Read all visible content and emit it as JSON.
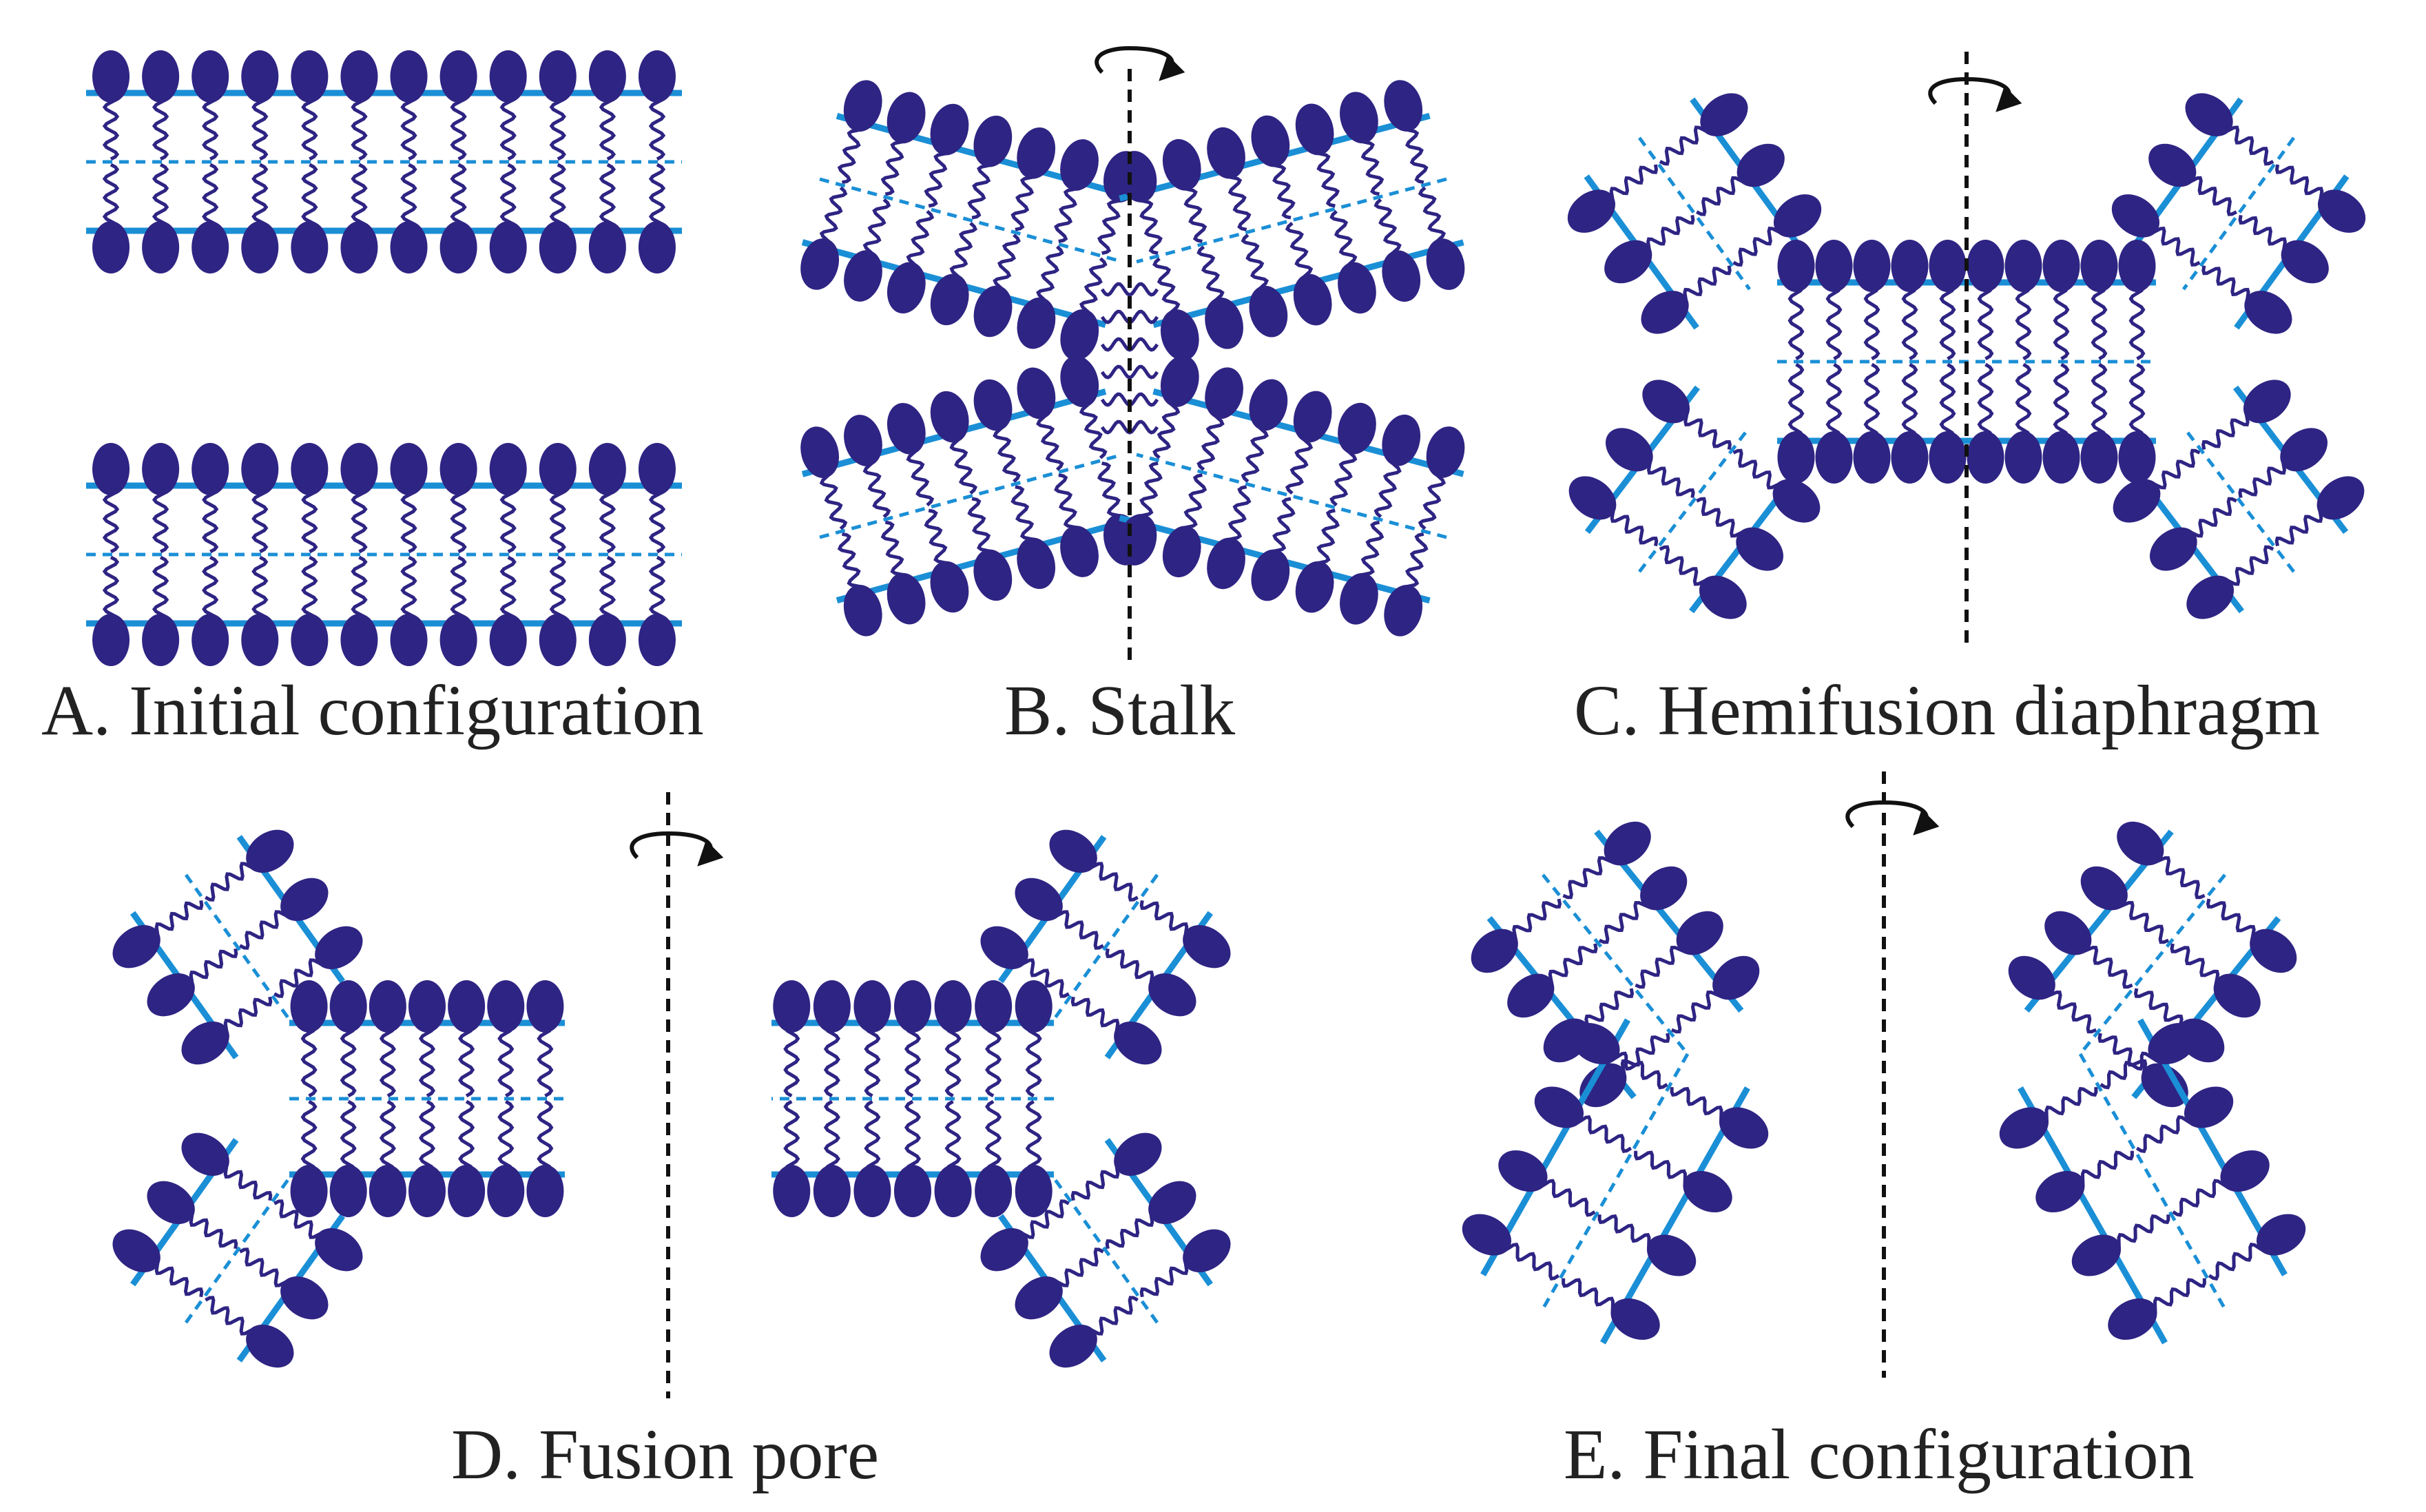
{
  "captions": {
    "a": "A. Initial configuration",
    "b": "B. Stalk",
    "c": "C. Hemifusion diaphragm",
    "d": "D. Fusion pore",
    "e": "E. Final configuration"
  },
  "colors": {
    "head": "#2e2483",
    "tail": "#2e2483",
    "leaflet_line": "#1a8fd6",
    "axis": "#111111",
    "text": "#222222"
  },
  "icons": [
    "rotation-arrow-icon"
  ]
}
